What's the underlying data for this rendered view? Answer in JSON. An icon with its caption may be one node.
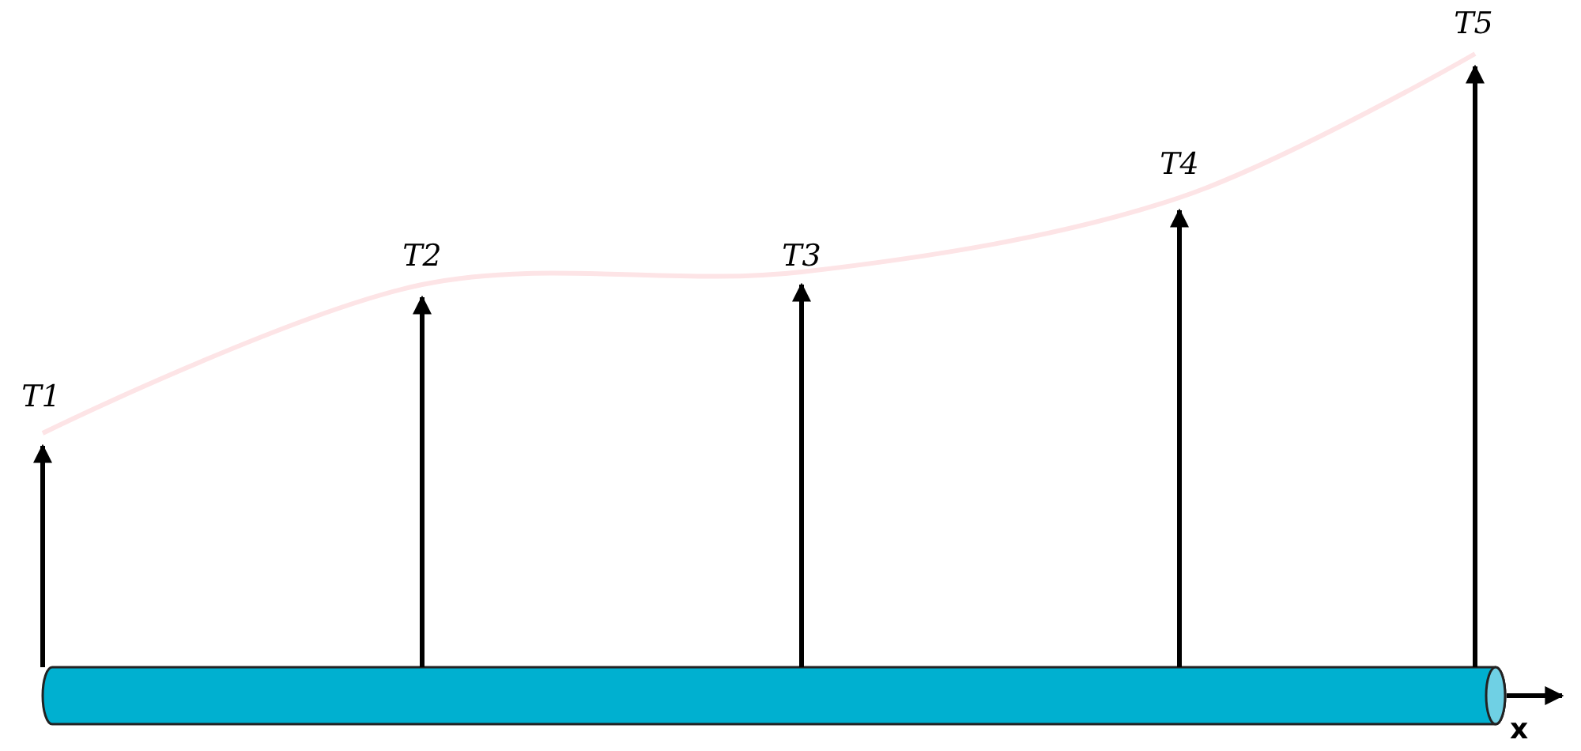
{
  "diagram": {
    "labels": [
      "T1",
      "T2",
      "T3",
      "T4",
      "T5",
      "x"
    ]
  }
}
